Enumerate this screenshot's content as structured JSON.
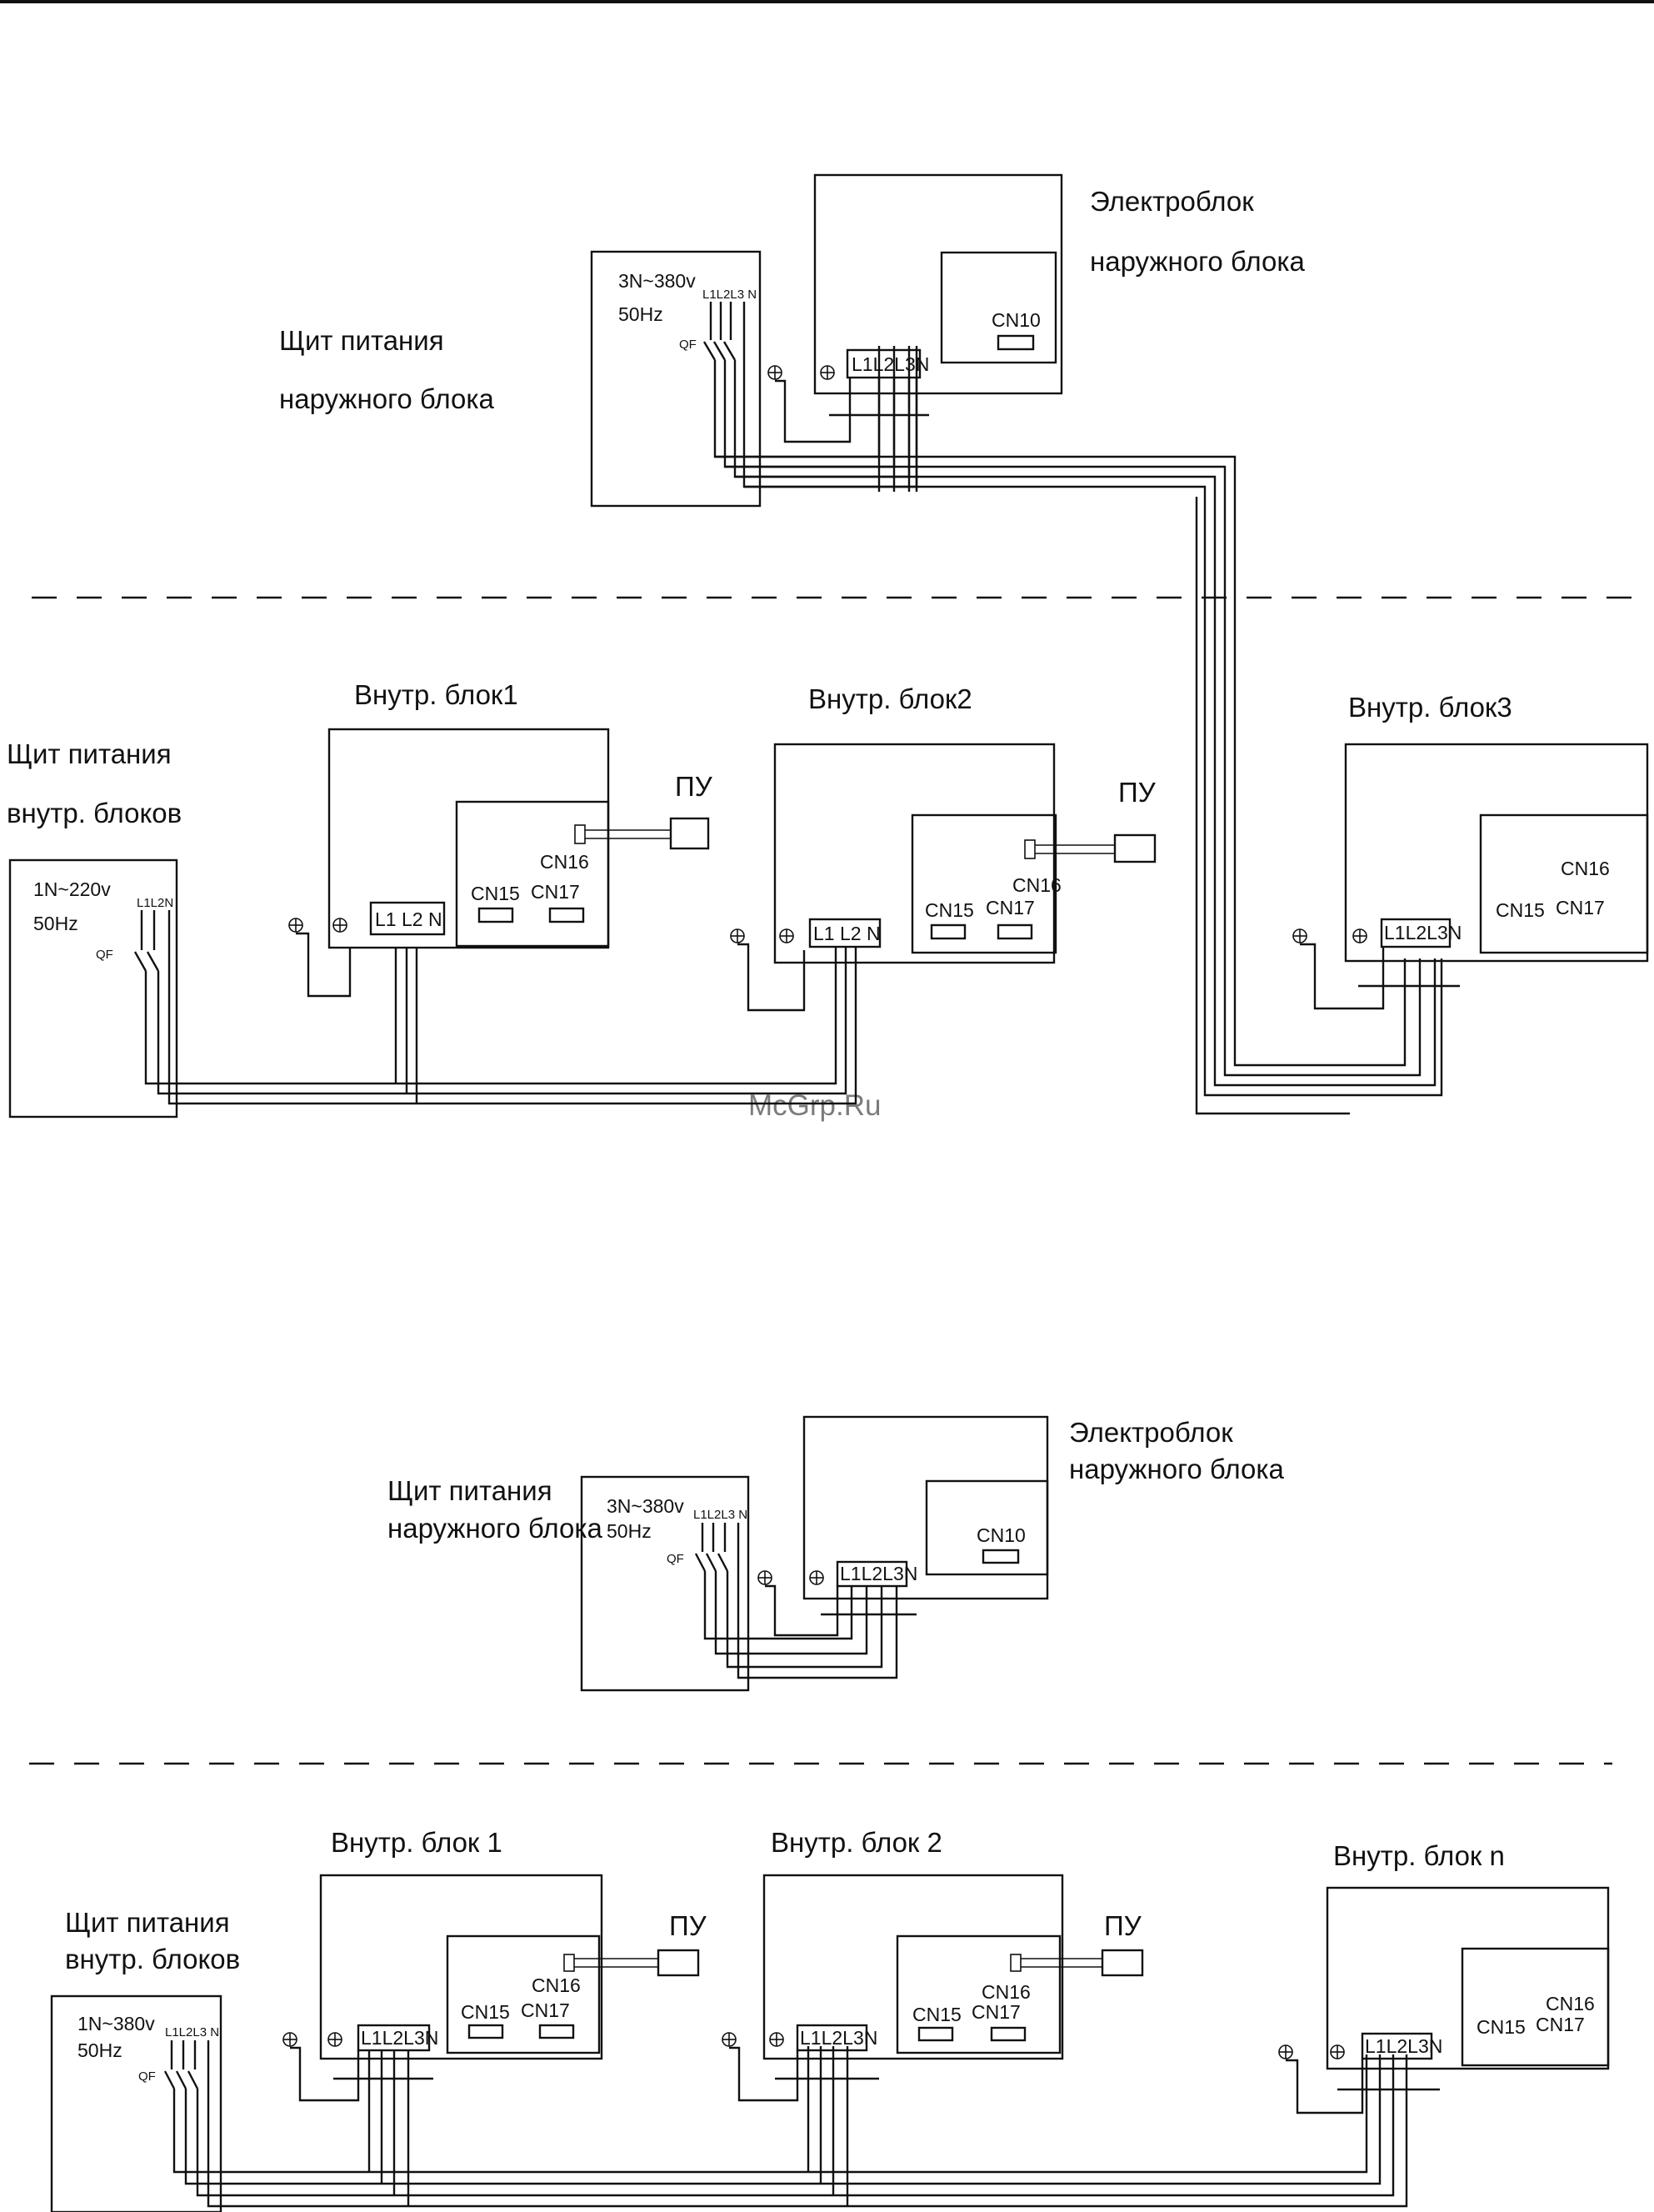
{
  "watermark": "McGrp.Ru",
  "top": {
    "outdoor_panel": {
      "label_line1": "Щит питания",
      "label_line2": "наружного блока",
      "supply_line1": "3N~380v",
      "supply_line2": "50Hz",
      "breaker": "QF",
      "phases": "L1L2L3 N"
    },
    "outdoor_unit": {
      "label_line1": "Электроблок",
      "label_line2": "наружного блока",
      "terminal": "L1L2L3N",
      "connector": "CN10"
    },
    "indoor_panel": {
      "label_line1": "Щит питания",
      "label_line2": "внутр. блоков",
      "supply_line1": "1N~220v",
      "supply_line2": "50Hz",
      "breaker": "QF",
      "phases": "L1L2N"
    },
    "indoor_units": [
      {
        "title": "Внутр. блок1",
        "terminal": "L1 L2 N",
        "cn15": "CN15",
        "cn16": "CN16",
        "cn17": "CN17",
        "remote": "ПУ"
      },
      {
        "title": "Внутр. блок2",
        "terminal": "L1 L2 N",
        "cn15": "CN15",
        "cn16": "CN16",
        "cn17": "CN17",
        "remote": "ПУ"
      },
      {
        "title": "Внутр. блок3",
        "terminal": "L1L2L3N",
        "cn15": "CN15",
        "cn16": "CN16",
        "cn17": "CN17"
      }
    ]
  },
  "bottom": {
    "outdoor_panel": {
      "label_line1": "Щит питания",
      "label_line2": "наружного блока",
      "supply_line1": "3N~380v",
      "supply_line2": "50Hz",
      "breaker": "QF",
      "phases": "L1L2L3 N"
    },
    "outdoor_unit": {
      "label_line1": "Электроблок",
      "label_line2": "наружного блока",
      "terminal": "L1L2L3N",
      "connector": "CN10"
    },
    "indoor_panel": {
      "label_line1": "Щит питания",
      "label_line2": "внутр. блоков",
      "supply_line1": "1N~380v",
      "supply_line2": "50Hz",
      "breaker": "QF",
      "phases": "L1L2L3 N"
    },
    "indoor_units": [
      {
        "title": "Внутр. блок 1",
        "terminal": "L1L2L3N",
        "cn15": "CN15",
        "cn16": "CN16",
        "cn17": "CN17",
        "remote": "ПУ"
      },
      {
        "title": "Внутр. блок 2",
        "terminal": "L1L2L3N",
        "cn15": "CN15",
        "cn16": "CN16",
        "cn17": "CN17",
        "remote": "ПУ"
      },
      {
        "title": "Внутр. блок n",
        "terminal": "L1L2L3N",
        "cn15": "CN15",
        "cn16": "CN16",
        "cn17": "CN17"
      }
    ]
  }
}
